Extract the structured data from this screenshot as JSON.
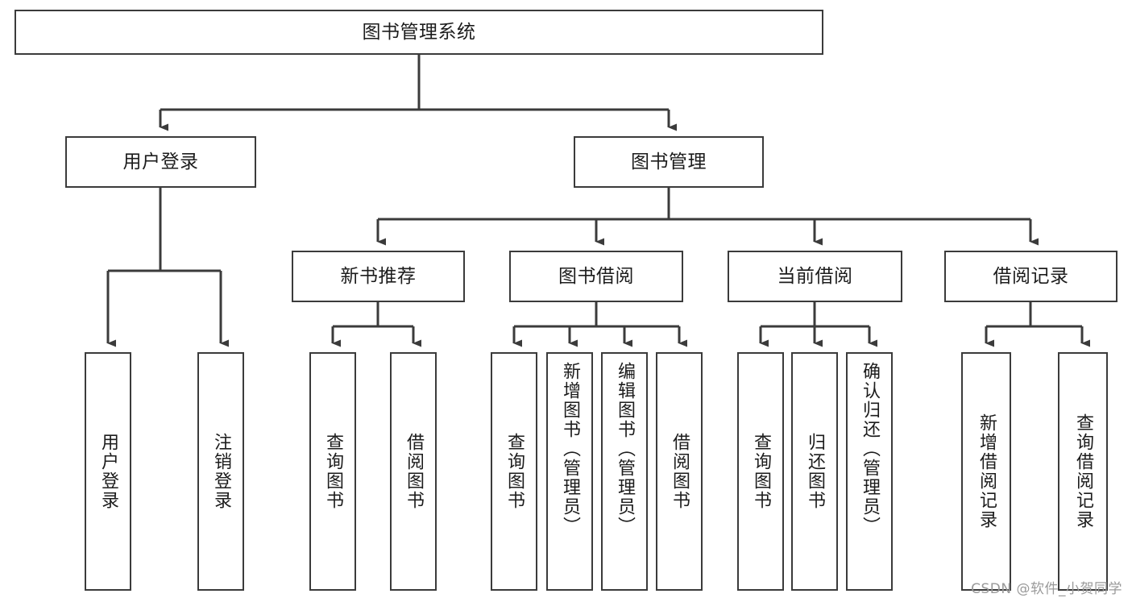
{
  "diagram": {
    "title": "图书管理系统",
    "type": "tree",
    "watermark": "CSDN @软件_小贺同学",
    "colors": {
      "box_border": "#3b3b3b",
      "box_fill": "#ffffff",
      "connector": "#3b3b3b",
      "text": "#1c1c1c",
      "watermark": "#9a9a9a"
    },
    "nodes": {
      "root": {
        "label": "图书管理系统",
        "level": 0
      },
      "user_login": {
        "label": "用户登录",
        "level": 1
      },
      "book_manage": {
        "label": "图书管理",
        "level": 1
      },
      "new_book_rec": {
        "label": "新书推荐",
        "level": 2
      },
      "book_borrow": {
        "label": "图书借阅",
        "level": 2
      },
      "current_borrow": {
        "label": "当前借阅",
        "level": 2
      },
      "borrow_record": {
        "label": "借阅记录",
        "level": 2
      },
      "leaf_user_login": {
        "label": "用户登录",
        "level": 3
      },
      "leaf_logout": {
        "label": "注销登录",
        "level": 3
      },
      "leaf_query_book_1": {
        "label": "查询图书",
        "level": 3
      },
      "leaf_borrow_book_1": {
        "label": "借阅图书",
        "level": 3
      },
      "leaf_query_book_2": {
        "label": "查询图书",
        "level": 3
      },
      "leaf_add_book": {
        "label": "新增图书（管理员）",
        "level": 3
      },
      "leaf_edit_book": {
        "label": "编辑图书（管理员）",
        "level": 3
      },
      "leaf_borrow_book_2": {
        "label": "借阅图书",
        "level": 3
      },
      "leaf_query_book_3": {
        "label": "查询图书",
        "level": 3
      },
      "leaf_return_book": {
        "label": "归还图书",
        "level": 3
      },
      "leaf_confirm_return": {
        "label": "确认归还（管理员）",
        "level": 3
      },
      "leaf_add_record": {
        "label": "新增借阅记录",
        "level": 3
      },
      "leaf_query_record": {
        "label": "查询借阅记录",
        "level": 3
      }
    },
    "edges": [
      {
        "from": "root",
        "to": "user_login"
      },
      {
        "from": "root",
        "to": "book_manage"
      },
      {
        "from": "user_login",
        "to": "leaf_user_login"
      },
      {
        "from": "user_login",
        "to": "leaf_logout"
      },
      {
        "from": "book_manage",
        "to": "new_book_rec"
      },
      {
        "from": "book_manage",
        "to": "book_borrow"
      },
      {
        "from": "book_manage",
        "to": "current_borrow"
      },
      {
        "from": "book_manage",
        "to": "borrow_record"
      },
      {
        "from": "new_book_rec",
        "to": "leaf_query_book_1"
      },
      {
        "from": "new_book_rec",
        "to": "leaf_borrow_book_1"
      },
      {
        "from": "book_borrow",
        "to": "leaf_query_book_2"
      },
      {
        "from": "book_borrow",
        "to": "leaf_add_book"
      },
      {
        "from": "book_borrow",
        "to": "leaf_edit_book"
      },
      {
        "from": "book_borrow",
        "to": "leaf_borrow_book_2"
      },
      {
        "from": "current_borrow",
        "to": "leaf_query_book_3"
      },
      {
        "from": "current_borrow",
        "to": "leaf_return_book"
      },
      {
        "from": "current_borrow",
        "to": "leaf_confirm_return"
      },
      {
        "from": "borrow_record",
        "to": "leaf_add_record"
      },
      {
        "from": "borrow_record",
        "to": "leaf_query_record"
      }
    ]
  }
}
